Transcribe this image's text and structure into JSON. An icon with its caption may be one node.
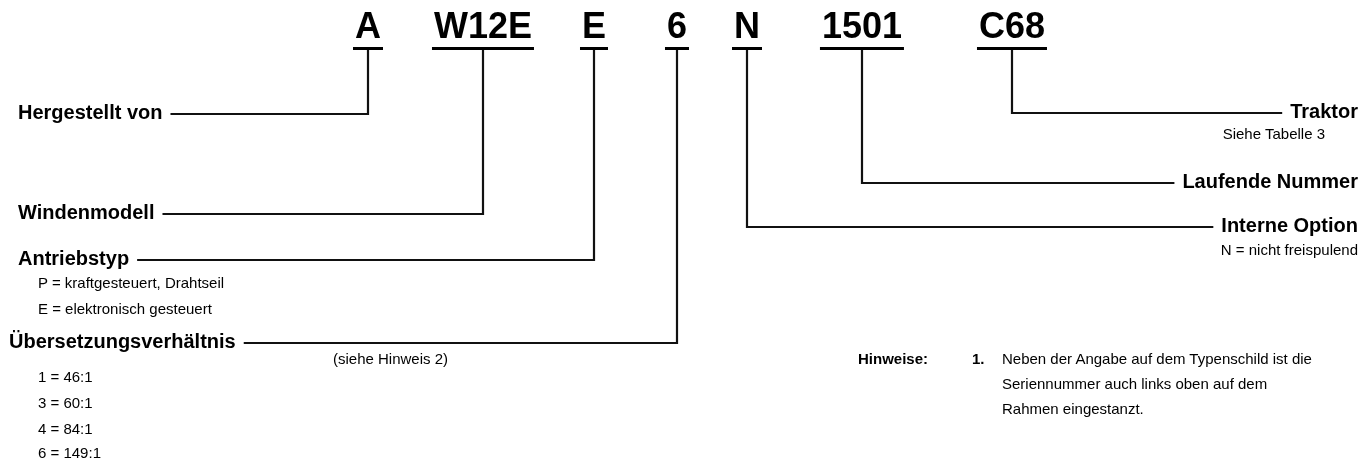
{
  "diagram": {
    "nodes": [
      {
        "text": [
          "A"
        ]
      },
      {
        "text": [
          "W12E"
        ]
      },
      {
        "text": [
          "E"
        ]
      },
      {
        "text": [
          "6"
        ]
      },
      {
        "text": [
          "N"
        ]
      },
      {
        "text": [
          "1501"
        ]
      },
      {
        "text": [
          "C68"
        ]
      },
      {
        "text": [
          "Hergestellt von"
        ]
      },
      {
        "text": [
          "Windenmodell"
        ]
      },
      {
        "text": [
          "Antriebstyp"
        ],
        "beside": [
          "P = kraftgesteuert, Drahtseil",
          "E = elektronisch gesteuert"
        ]
      },
      {
        "text": [
          "Übersetzungsverhältnis"
        ],
        "beside": [
          "1 = 46:1",
          "3 = 60:1",
          "4 = 84:1",
          "6 = 149:1"
        ]
      },
      {
        "text": [
          "Traktor"
        ],
        "beside": [
          "Siehe Tabelle 3"
        ]
      },
      {
        "text": [
          "Laufende Nummer"
        ]
      },
      {
        "text": [
          "Interne Option"
        ],
        "beside": [
          "N = nicht freispulend"
        ]
      }
    ],
    "edges": [
      {
        "from": 0,
        "to": 7,
        "arrow": "none"
      },
      {
        "from": 1,
        "to": 8,
        "arrow": "none"
      },
      {
        "from": 2,
        "to": 9,
        "arrow": "none"
      },
      {
        "from": 3,
        "to": 10,
        "arrow": "none"
      },
      {
        "from": 6,
        "to": 11,
        "arrow": "none"
      },
      {
        "from": 5,
        "to": 12,
        "arrow": "none"
      },
      {
        "from": 4,
        "to": 13,
        "arrow": "none"
      }
    ],
    "labels": [
      "(siehe Hinweis 2)",
      "Hinweise:",
      "1.",
      "Neben der Angabe auf dem Typenschild ist die Seriennummer auch links oben auf dem Rahmen eingestanzt."
    ]
  }
}
